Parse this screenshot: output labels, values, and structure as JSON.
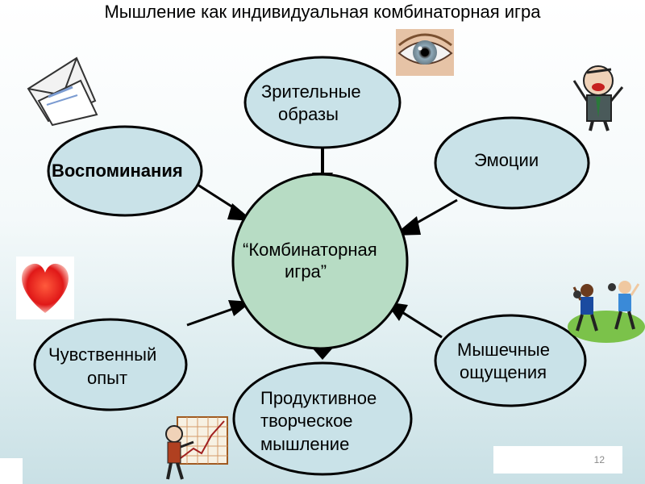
{
  "title": "Мышление как индивидуальная комбинаторная игра",
  "center": {
    "line1": "“Комбинаторная",
    "line2": "игра”"
  },
  "nodes": {
    "visual": {
      "line1": "Зрительные",
      "line2": "образы"
    },
    "memories": {
      "line1": "Воспоминания"
    },
    "emotions": {
      "line1": "Эмоции"
    },
    "sensory": {
      "line1": "Чувственный",
      "line2": "опыт"
    },
    "muscle": {
      "line1": "Мышечные",
      "line2": "ощущения"
    },
    "productive": {
      "line1": "Продуктивное",
      "line2": "творческое",
      "line3": "мышление"
    }
  },
  "page_number": "12",
  "colors": {
    "node_fill": "#c9e2e8",
    "center_fill": "#b7dcc4",
    "outline": "#000000"
  }
}
